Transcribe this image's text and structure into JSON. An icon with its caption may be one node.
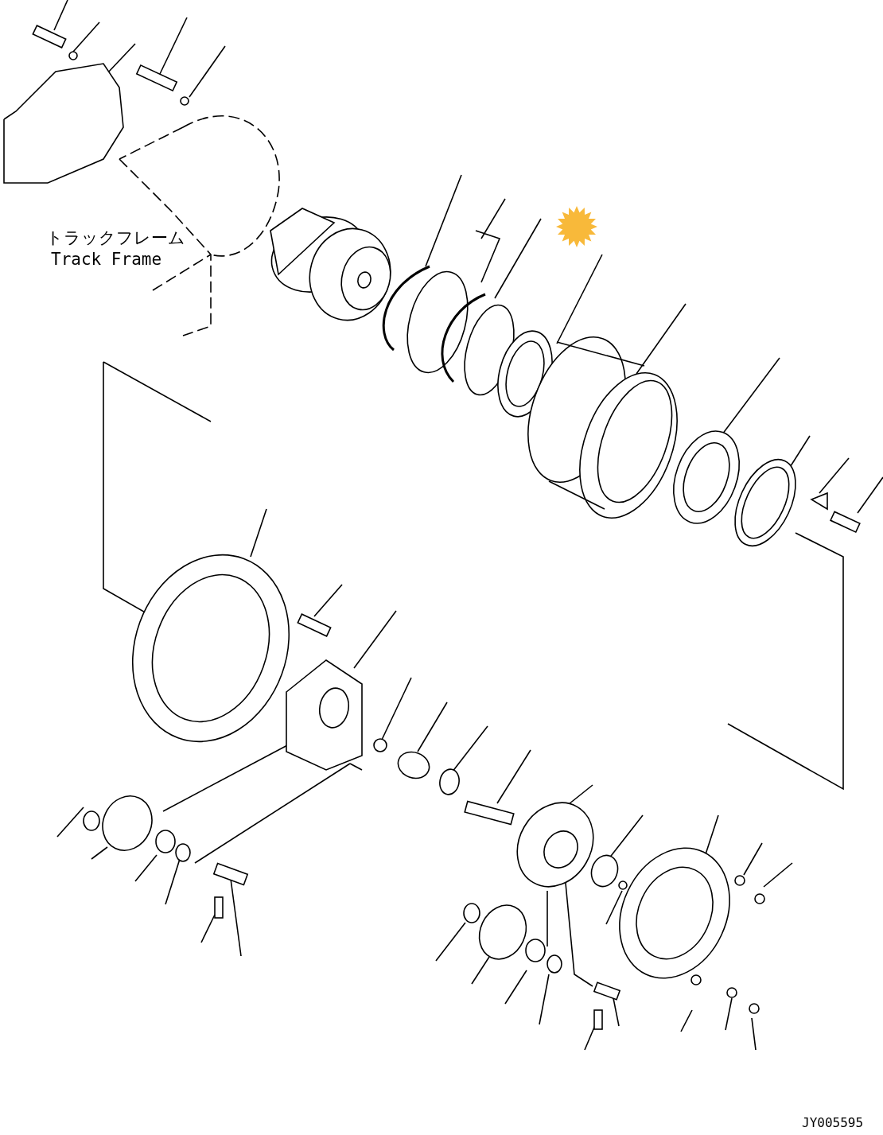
{
  "diagram": {
    "labels": [
      "トラックフレーム",
      "Track Frame",
      "JY005595"
    ]
  }
}
